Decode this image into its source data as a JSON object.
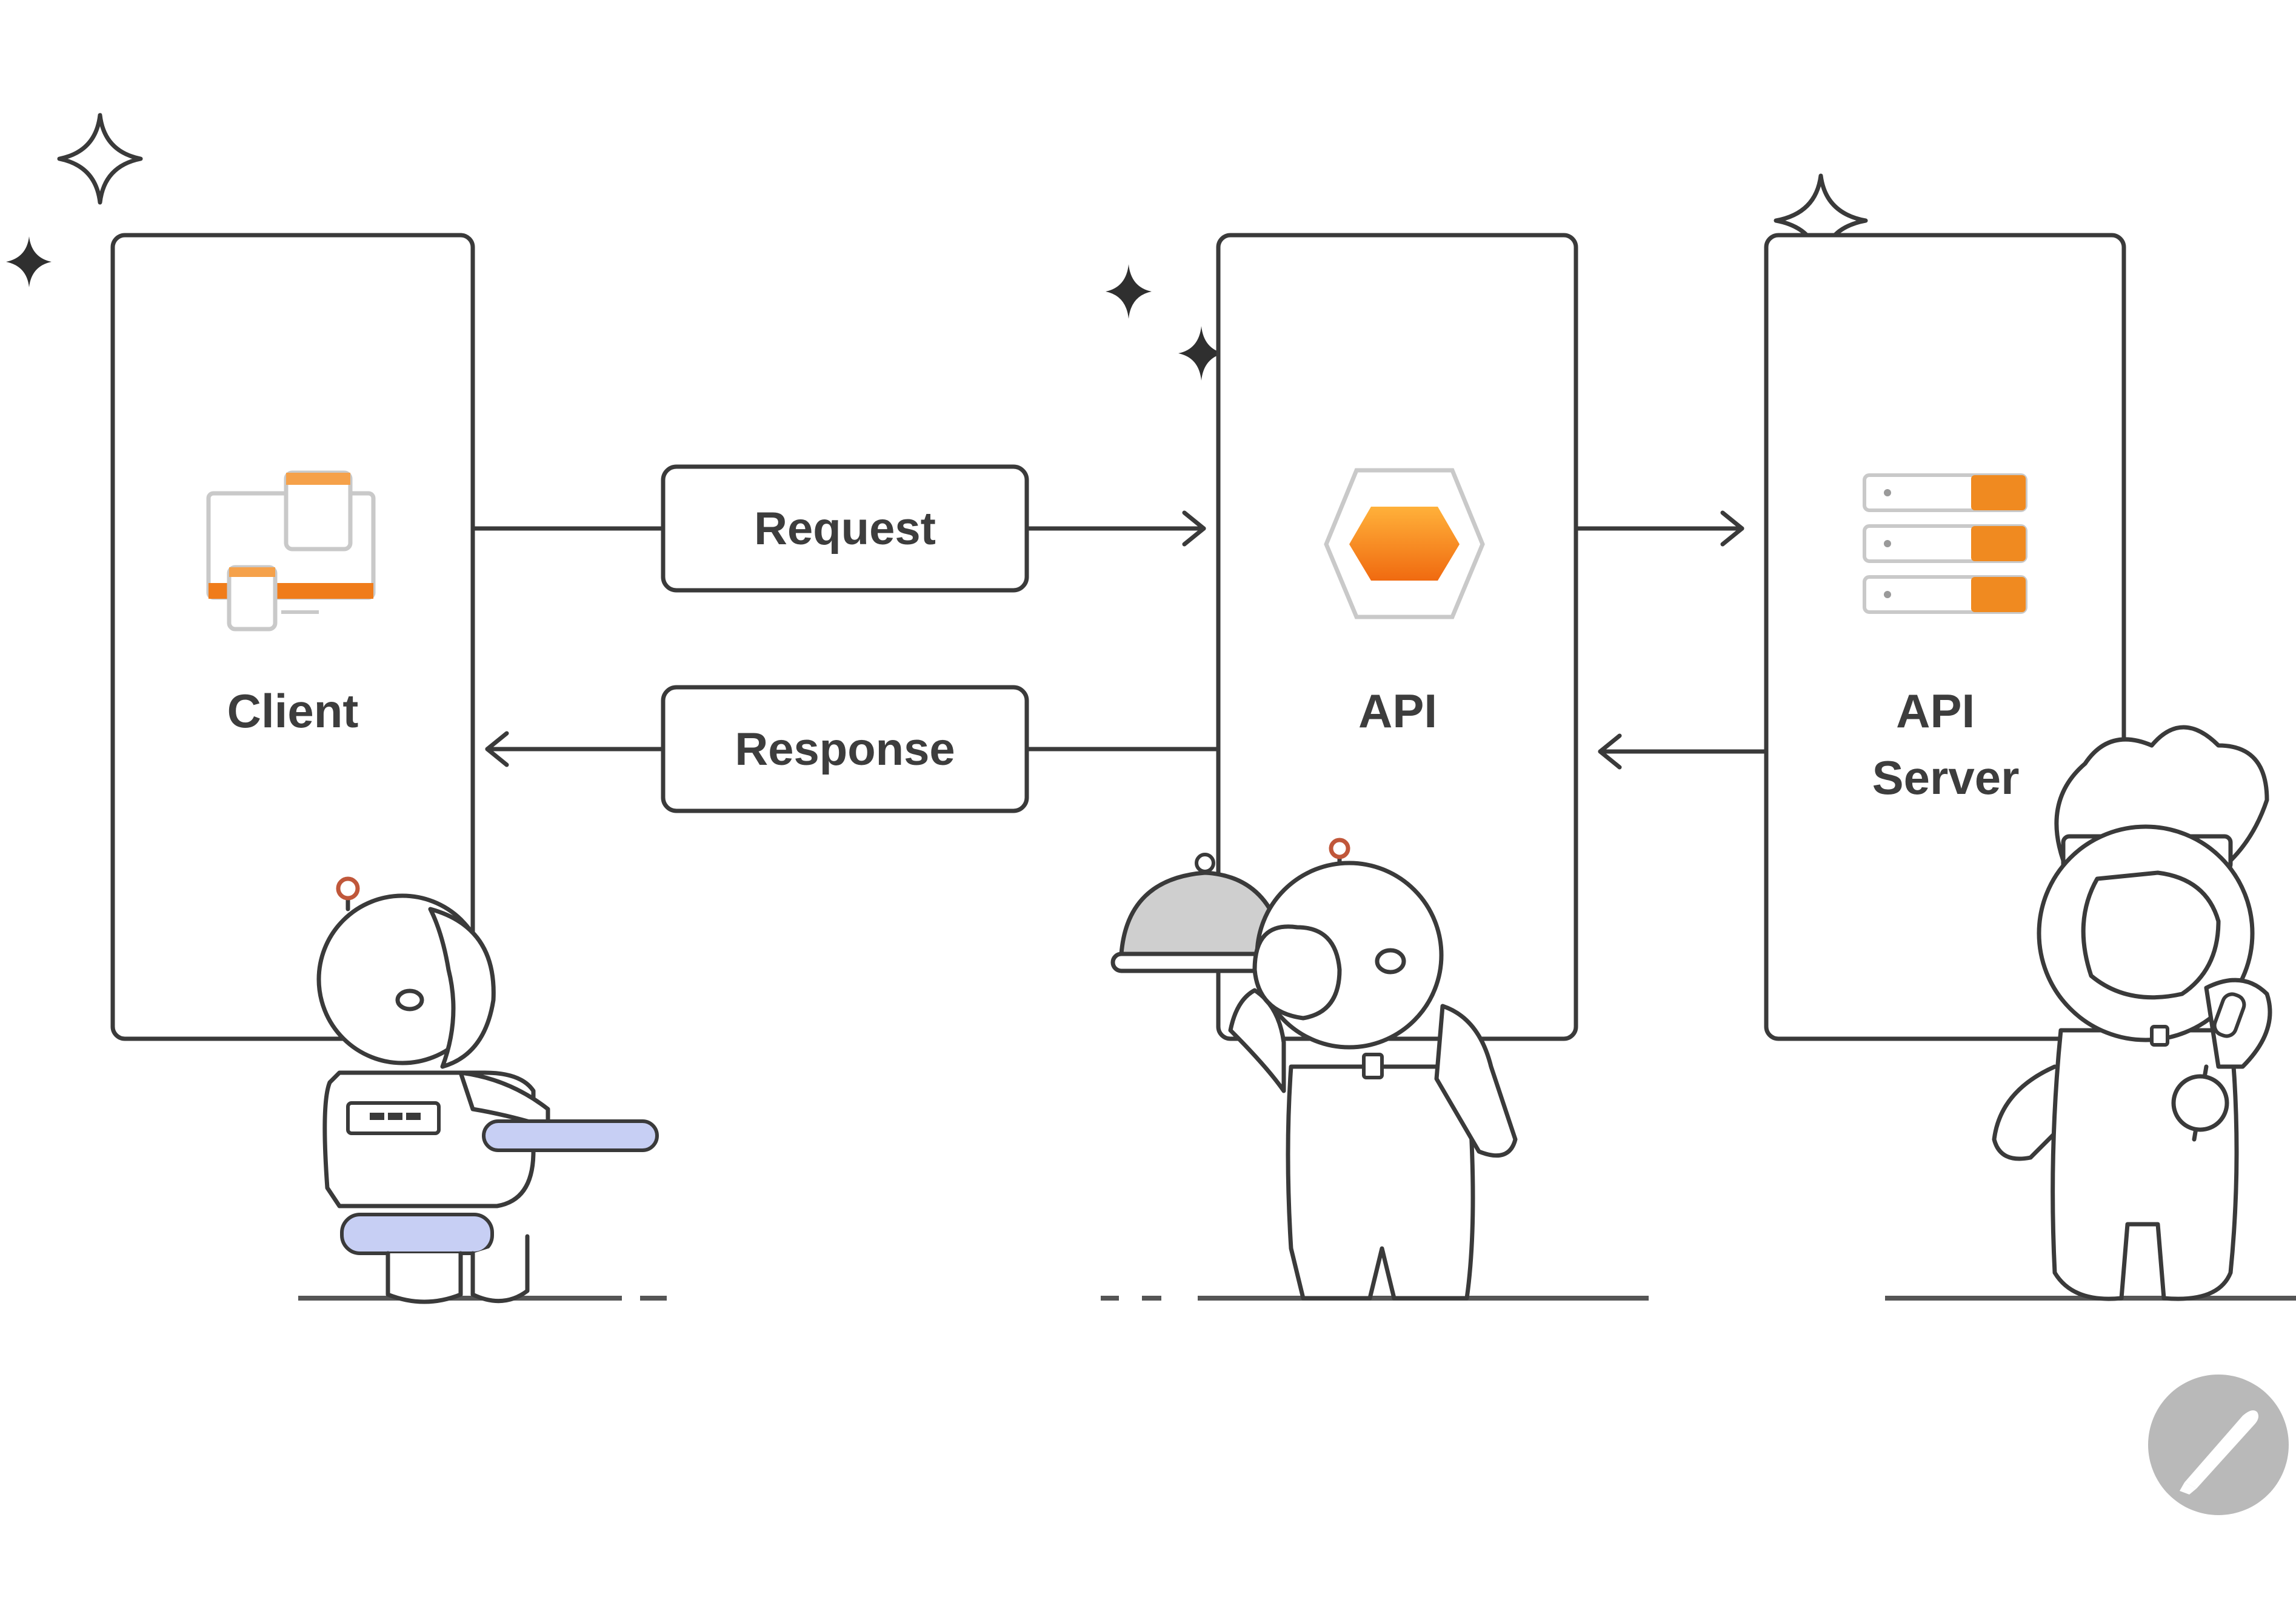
{
  "diagram": {
    "nodes": [
      {
        "id": "client",
        "label": "Client",
        "icon": "devices-icon"
      },
      {
        "id": "api",
        "label": "API",
        "icon": "hexagon-icon"
      },
      {
        "id": "api_server",
        "label_lines": [
          "API",
          "Server"
        ],
        "icon": "server-rack-icon"
      }
    ],
    "edges": [
      {
        "from": "client",
        "to": "api",
        "label": "Request"
      },
      {
        "from": "api",
        "to": "client",
        "label": "Response"
      },
      {
        "from": "api",
        "to": "api_server",
        "label": ""
      },
      {
        "from": "api_server",
        "to": "api",
        "label": ""
      }
    ],
    "characters": [
      {
        "role": "customer-astronaut-icon"
      },
      {
        "role": "waiter-astronaut-icon"
      },
      {
        "role": "chef-astronaut-icon"
      }
    ],
    "decorations": [
      "sparkle-icon",
      "pen-logo-icon"
    ]
  },
  "colors": {
    "accent": "#f07c1a",
    "accent_light": "#ffa43a",
    "outline": "#3a3a3a",
    "tray": "#c7cff4"
  }
}
